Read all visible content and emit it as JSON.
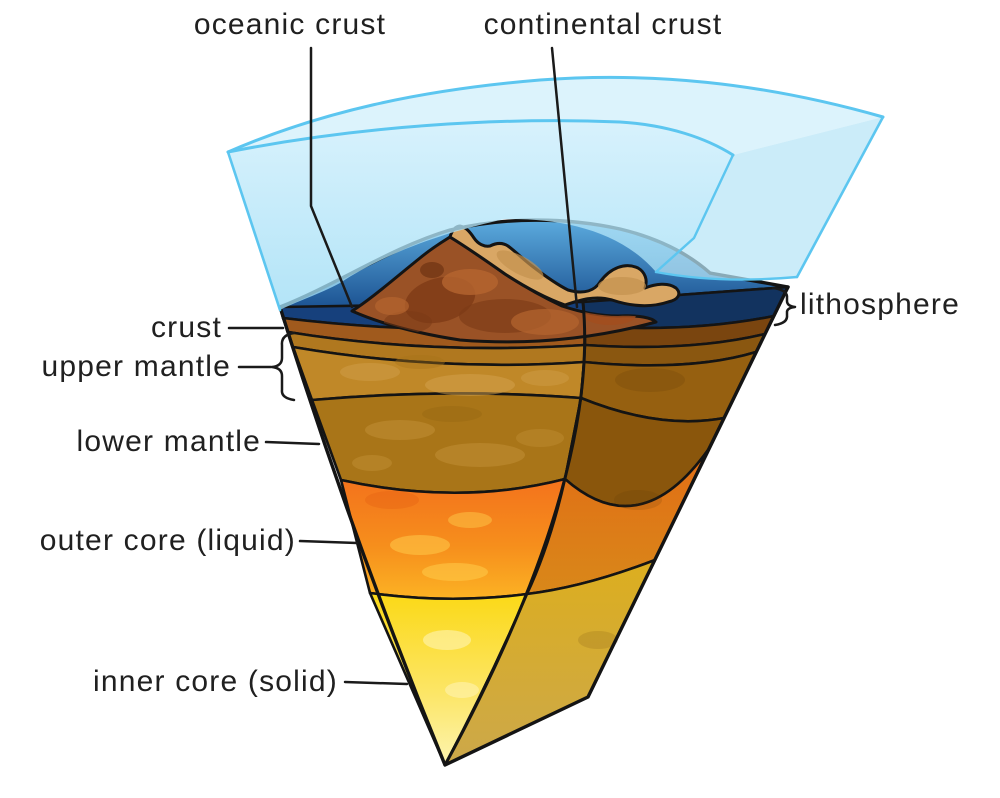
{
  "diagram": {
    "subject": "Cross-section wedge of Earth's interior layers",
    "labels": {
      "oceanic_crust": "oceanic crust",
      "continental_crust": "continental crust",
      "lithosphere": "lithosphere",
      "crust": "crust",
      "upper_mantle": "upper mantle",
      "lower_mantle": "lower mantle",
      "outer_core": "outer core (liquid)",
      "inner_core": "inner core (solid)"
    },
    "colors": {
      "background": "#ffffff",
      "outline": "#141414",
      "label_text": "#202020",
      "water_stroke": "#5cc6f0",
      "water_light": "#c9edfb",
      "ocean_deep": "#134788",
      "oceanic_crust_navy": "#16407c",
      "oceanic_crust_navy_dark": "#12335f",
      "mountain_brown": "#9a5226",
      "mountain_tan": "#d9a765",
      "crust_band": "#a05a1d",
      "crust_band_dark": "#7a450f",
      "upper_mantle_top": "#b0781f",
      "upper_mantle_top_dark": "#8a5710",
      "upper_mantle_gold": "#c08828",
      "upper_mantle_gold_dark": "#966010",
      "lower_mantle_brown": "#a97518",
      "lower_mantle_brown_dark": "#8a560c",
      "outer_core_orange": "#f3721c",
      "inner_core_yellow": "#fbd814"
    }
  },
  "layers": [
    {
      "name": "ocean water wedge",
      "color": "#c9edfb"
    },
    {
      "name": "sea water (cut face)",
      "color": "#134788"
    },
    {
      "name": "oceanic crust",
      "color": "#16407c"
    },
    {
      "name": "continental crust mountain",
      "color": "#9a5226"
    },
    {
      "name": "crust",
      "color": "#a05a1d"
    },
    {
      "name": "upper mantle",
      "color": "#c08828"
    },
    {
      "name": "lower mantle",
      "color": "#a97518"
    },
    {
      "name": "outer core (liquid)",
      "color": "#f3721c"
    },
    {
      "name": "inner core (solid)",
      "color": "#fbd814"
    }
  ]
}
